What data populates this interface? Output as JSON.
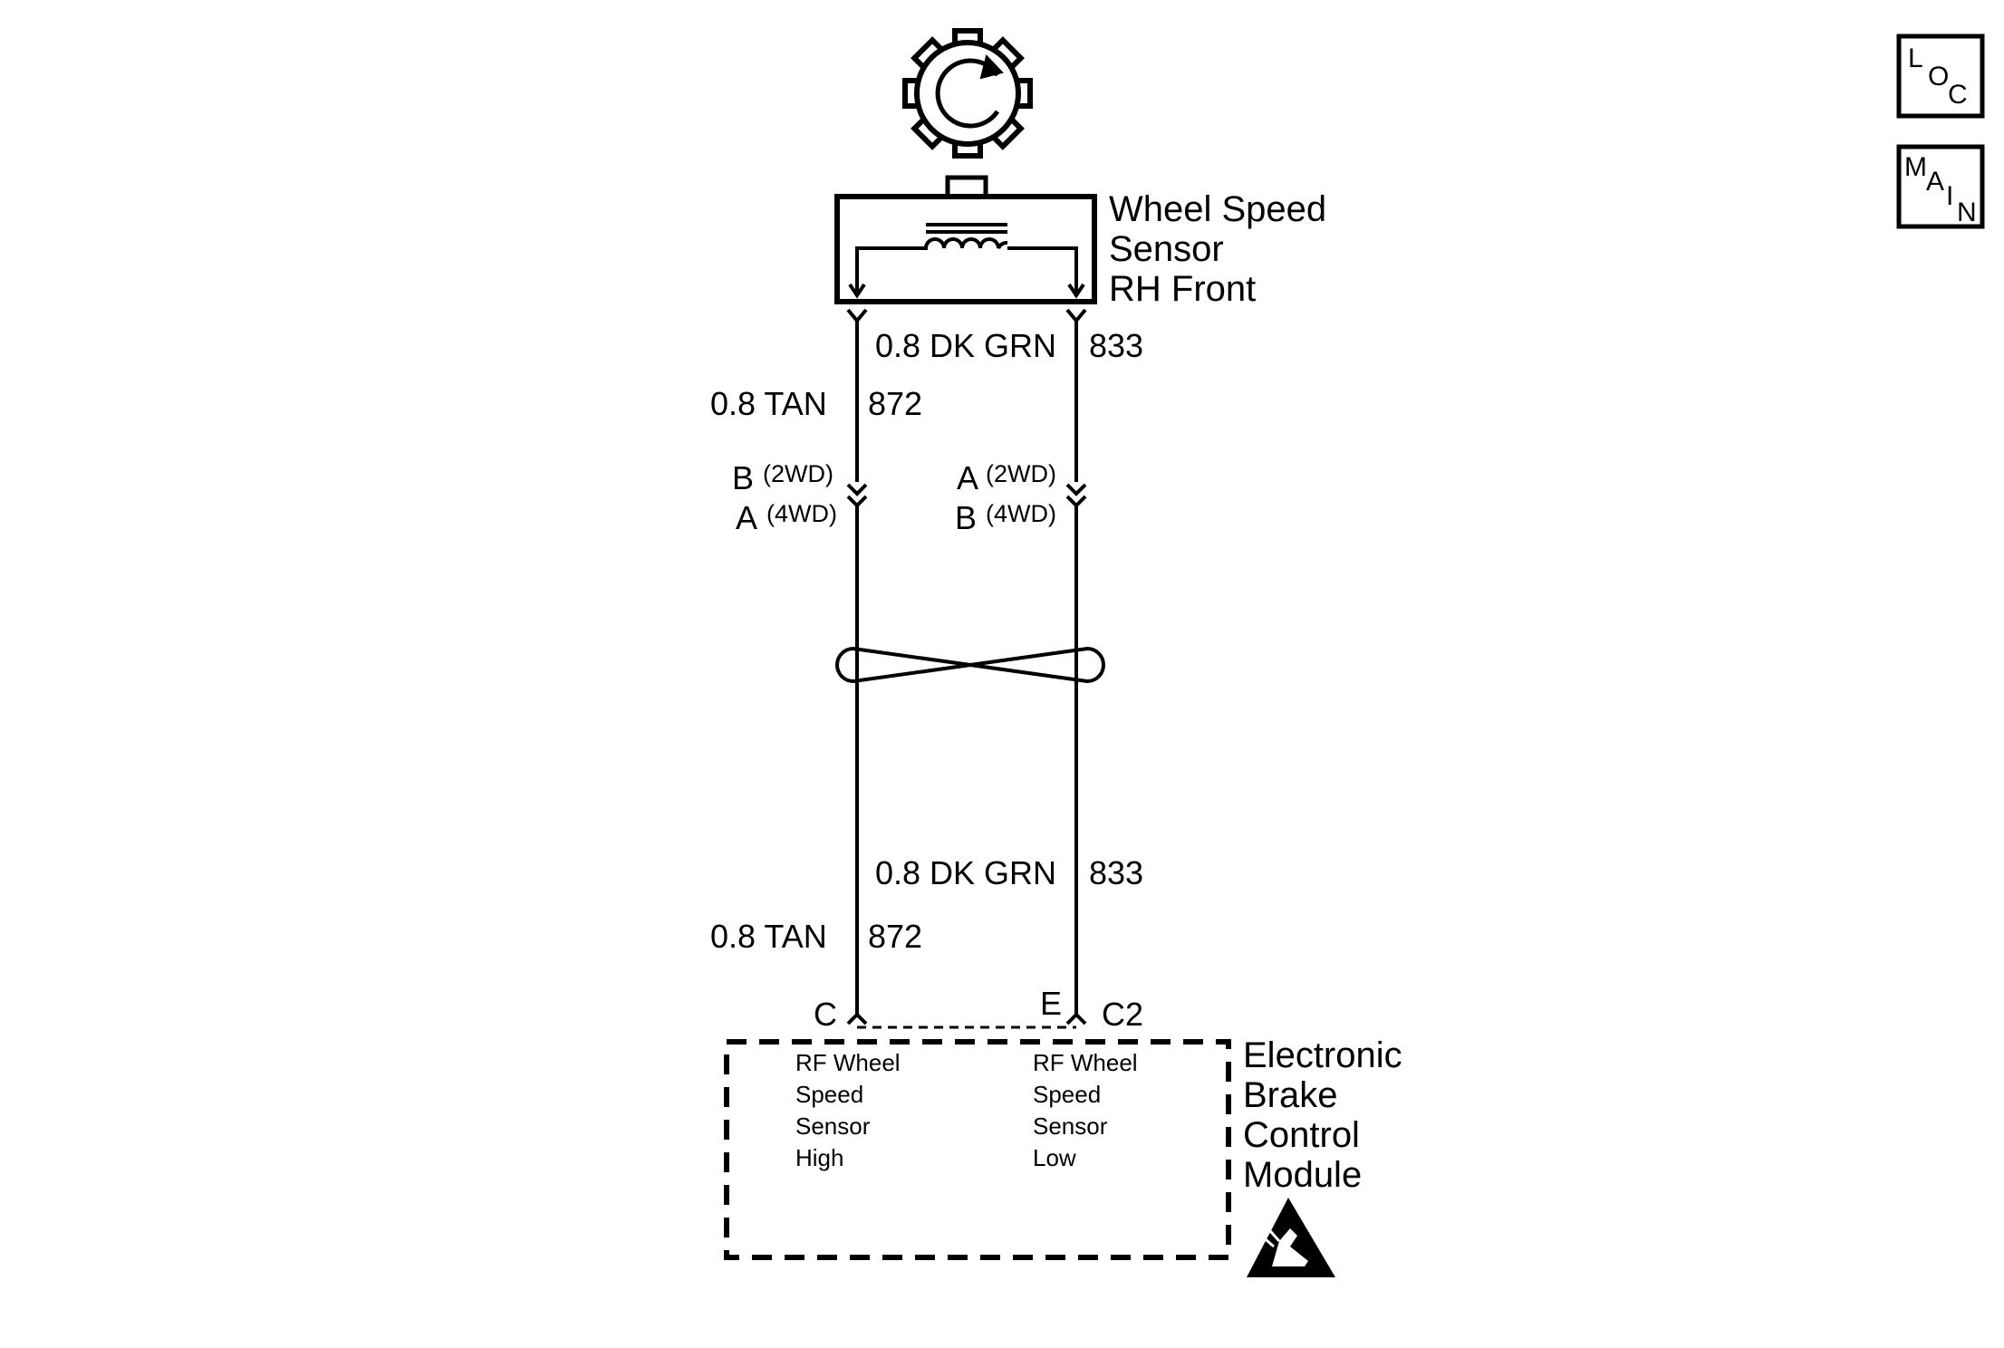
{
  "sensor": {
    "name_lines": [
      "Wheel Speed",
      "Sensor",
      "RH Front"
    ]
  },
  "wires": {
    "green": {
      "gauge_color": "0.8 DK GRN",
      "circuit": "833"
    },
    "tan": {
      "gauge_color": "0.8  TAN",
      "circuit": "872"
    }
  },
  "inline_connector": {
    "left_top_pin": "B",
    "left_top_variant": "(2WD)",
    "left_bottom_pin": "A",
    "left_bottom_variant": "(4WD)",
    "right_top_pin": "A",
    "right_top_variant": "(2WD)",
    "right_bottom_pin": "B",
    "right_bottom_variant": "(4WD)"
  },
  "module_connector": {
    "left_pin": "C",
    "right_pin": "E",
    "connector_id": "C2"
  },
  "module": {
    "name_lines": [
      "Electronic",
      "Brake",
      "Control",
      "Module"
    ],
    "left_circuit_lines": [
      "RF Wheel",
      "Speed",
      "Sensor",
      "High"
    ],
    "right_circuit_lines": [
      "RF Wheel",
      "Speed",
      "Sensor",
      "Low"
    ]
  },
  "nav": {
    "loc": [
      "L",
      "O",
      "C"
    ],
    "main": [
      "M",
      "A",
      "I",
      "N"
    ]
  }
}
